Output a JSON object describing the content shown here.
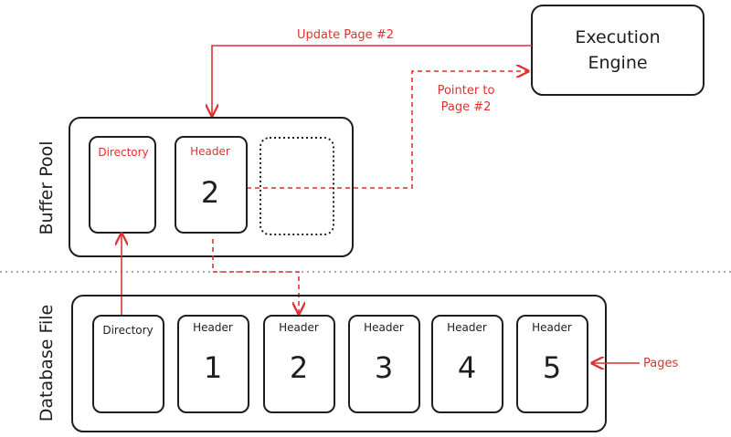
{
  "colors": {
    "ink": "#1e1e1e",
    "accent": "#e03131"
  },
  "engine": {
    "line1": "Execution",
    "line2": "Engine"
  },
  "arrows": {
    "update_label": "Update Page #2",
    "pointer_label_line1": "Pointer to",
    "pointer_label_line2": "Page #2",
    "pages_label": "Pages"
  },
  "buffer_pool": {
    "label": "Buffer Pool",
    "directory_label": "Directory",
    "header_label": "Header",
    "page_number": "2"
  },
  "database_file": {
    "label": "Database File",
    "directory_label": "Directory",
    "pages": [
      {
        "header": "Header",
        "number": "1"
      },
      {
        "header": "Header",
        "number": "2"
      },
      {
        "header": "Header",
        "number": "3"
      },
      {
        "header": "Header",
        "number": "4"
      },
      {
        "header": "Header",
        "number": "5"
      }
    ]
  }
}
